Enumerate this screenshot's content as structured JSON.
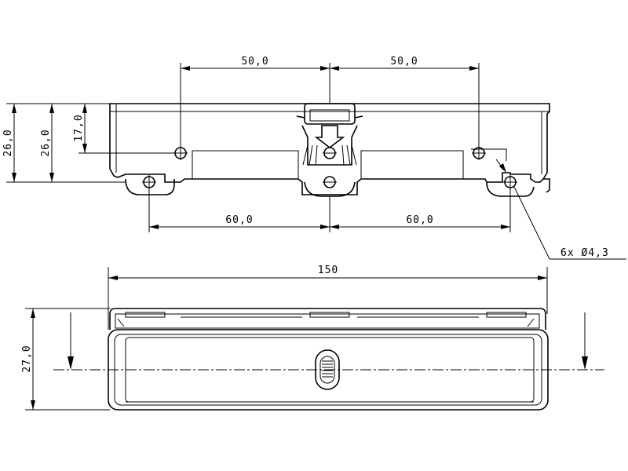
{
  "dimensions": {
    "top_left_span": "50,0",
    "top_right_span": "50,0",
    "bottom_left_span": "60,0",
    "bottom_right_span": "60,0",
    "outer_height": "26,0",
    "inner_height": "26,0",
    "hole_height": "17,0",
    "hole_callout": "6x Ø4,3",
    "overall_width": "150",
    "front_height": "27,0"
  }
}
